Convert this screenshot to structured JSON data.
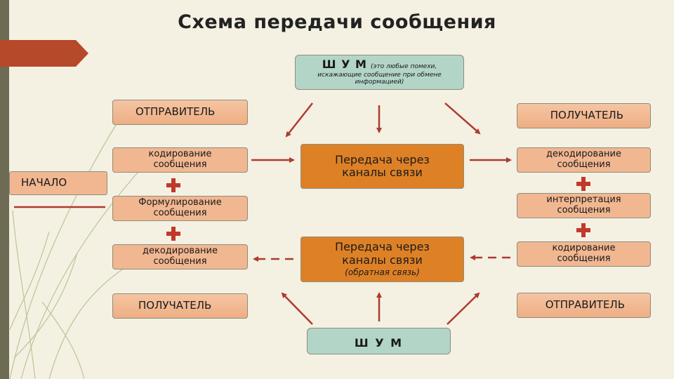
{
  "title": "Схема передачи сообщения",
  "noise_top": {
    "label": "Ш У М",
    "note_line1": "(это любые помехи,",
    "note_line2": "искажающие сообщение при обмене",
    "note_line3": "информацией)"
  },
  "noise_bottom": {
    "label": "Ш У М"
  },
  "start_label": "НАЧАЛО",
  "left_column": {
    "sender": "ОТПРАВИТЕЛЬ",
    "encoding_l1": "кодирование",
    "encoding_l2": "сообщения",
    "formulating_l1": "Формулирование",
    "formulating_l2": "сообщения",
    "decoding_l1": "декодирование",
    "decoding_l2": "сообщения",
    "receiver": "ПОЛУЧАТЕЛЬ"
  },
  "center": {
    "channel_1_l1": "Передача через",
    "channel_1_l2": "каналы связи",
    "channel_2_l1": "Передача через",
    "channel_2_l2": "каналы связи",
    "channel_2_note": "(обратная связь)"
  },
  "right_column": {
    "receiver": "ПОЛУЧАТЕЛЬ",
    "decoding_l1": "декодирование",
    "decoding_l2": "сообщения",
    "interpretation_l1": "интерпретация",
    "interpretation_l2": "сообщения",
    "encoding_l1": "кодирование",
    "encoding_l2": "сообщения",
    "sender": "ОТПРАВИТЕЛЬ"
  },
  "colors": {
    "accent": "#b5492a",
    "box_light": "#f1b791",
    "box_dark": "#de8126",
    "noise": "#b3d5c7",
    "arrow": "#b03a2e",
    "plus": "#c0392b"
  }
}
